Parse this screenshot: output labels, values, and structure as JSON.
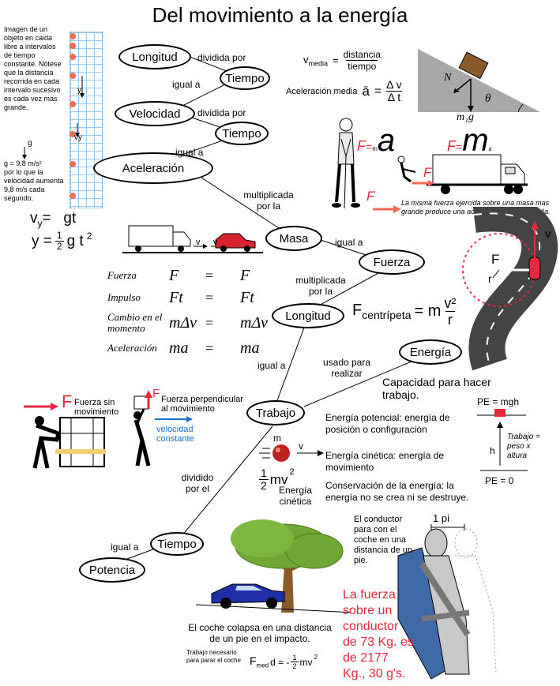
{
  "title": "Del movimiento a la energía",
  "nodes": {
    "longitud1": "Longitud",
    "tiempo1": "Tiempo",
    "velocidad": "Velocidad",
    "tiempo2": "Tiempo",
    "aceleracion": "Aceleración",
    "masa": "Masa",
    "fuerza": "Fuerza",
    "longitud2": "Longitud",
    "energia": "Energía",
    "trabajo": "Trabajo",
    "tiempo3": "Tiempo",
    "potencia": "Potencia"
  },
  "links": {
    "dividida_por_1": "dividida por",
    "igual_a_1": "igual a",
    "dividida_por_2": "dividida por",
    "igual_a_2": "igual a",
    "multiplicada_1": "multiplicada por la",
    "igual_a_3": "igual a",
    "multiplicada_2": "multiplicada por la",
    "igual_a_4": "igual a",
    "usado_para": "usado para realizar",
    "dividido_por": "dividido por el",
    "igual_a_5": "igual a"
  },
  "freefall": {
    "text": "Imagen de un objeto en caida libre a intervalos de tiempo constante. Nótese que la distancia recorrida en cada intervalo sucesivo es cada vez mas grande.",
    "g_label": "g",
    "g_value": "g = 9,8 m/s²",
    "velocity_text": "por lo que la velocidad aumenta 9,8 m/s cada segundo.",
    "y_label": "y",
    "vy_label": "vy",
    "eq1_lhs": "v",
    "eq1_sub": "y",
    "eq1_rhs": "=   gt",
    "eq2_lhs": "y  =",
    "eq2_frac_num": "1",
    "eq2_frac_den": "2",
    "eq2_rhs": "g t",
    "eq2_exp": "2"
  },
  "velocity_def": {
    "v": "v",
    "sub": "media",
    "num": "distancia",
    "den": "tiempo",
    "acc_label": "Aceleración media",
    "acc_sym": "ā",
    "acc_num": "Δ v",
    "acc_den": "Δ t"
  },
  "incline": {
    "n_label": "N",
    "theta_label": "θ",
    "mg_label": "m₁g"
  },
  "newton": {
    "f1": "F",
    "eq1": "=",
    "m_small": "m",
    "a_big": "a",
    "f2": "F",
    "eq2": "=",
    "m_big": "m",
    "a_small": "a",
    "push_f": "F",
    "person_f": "F",
    "caption": "La misma fuerza ejercida sobre una masa mas grande produce una aceleración mas pequeña."
  },
  "trucks": {
    "v1": "v",
    "v2": "v"
  },
  "momentum": {
    "rows": [
      {
        "label": "Fuerza",
        "lhs": "F",
        "eq": "=",
        "rhs": "F"
      },
      {
        "label": "Impulso",
        "lhs": "Ft",
        "eq": "=",
        "rhs": "Ft"
      },
      {
        "label": "Cambio en el momento",
        "lhs": "mΔv",
        "eq": "=",
        "rhs": "mΔv"
      },
      {
        "label": "Aceleración",
        "lhs": "ma",
        "eq": "=",
        "rhs": "ma"
      }
    ]
  },
  "centripetal": {
    "f_label": "F",
    "r_label": "r",
    "v_label": "v",
    "formula_lhs": "F",
    "formula_sub": "centrípeta",
    "formula_rhs": "= m",
    "formula_num": "v²",
    "formula_den": "r"
  },
  "work": {
    "push_f": "F",
    "push_text": "Fuerza sin movimiento",
    "lift_f": "F",
    "lift_text": "Fuerza perpendicular al movimiento",
    "lift_velocity": "velocidad constante"
  },
  "energy": {
    "capacity": "Capacidad para hacer trabajo.",
    "potential": "Energía potencial: energía de posición o configuración",
    "kinetic": "Energía cinética: energía de movimiento",
    "conservation": "Conservación de la energía:  la energía no se crea ni se destruye.",
    "ball_m": "m",
    "ball_v": "v",
    "ke_num": "1",
    "ke_den": "2",
    "ke_mv": "mv",
    "ke_exp": "2",
    "ke_label": "Energía cinética",
    "pe_top": "PE = mgh",
    "pe_bottom": "PE = 0",
    "h_label": "h",
    "trabajo_note": "Trabajo = peso x altura"
  },
  "crash": {
    "caption": "El coche colapsa en una distancia de un pie en el impacto.",
    "work_label": "Trabajo necesario para parar el coche",
    "formula_f": "F",
    "formula_sub": "med",
    "formula_rest": "d = -",
    "formula_num": "1",
    "formula_den": "2",
    "formula_mv": "mv",
    "formula_exp": "2"
  },
  "seatbelt": {
    "text": "El conductor para con el coche en una distancia de un pie.",
    "pie_label": "1 pi",
    "force_text": "La fuerza sobre un conductor de 73 Kg. es de 2177 Kg., 30 g's."
  }
}
